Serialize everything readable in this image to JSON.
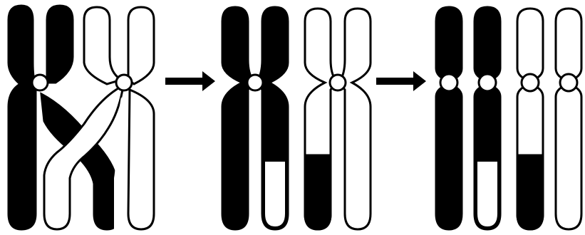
{
  "figure": {
    "colors": {
      "dark": "#000000",
      "light": "#ffffff",
      "outline": "#000000"
    },
    "stages": [
      {
        "id": "stage-1",
        "description_visible_text": "",
        "chromosomes": [
          "black-homolog-pair",
          "white-homolog-pair"
        ]
      },
      {
        "id": "stage-2",
        "description_visible_text": "",
        "chromosomes": [
          "black-homolog-pair-with-white-segment",
          "white-homolog-pair-with-black-segment"
        ]
      },
      {
        "id": "stage-3",
        "description_visible_text": "",
        "chromosomes": [
          "black-chromatid",
          "black-chromatid-with-white-segment",
          "white-chromatid-with-black-segment",
          "white-chromatid"
        ]
      }
    ],
    "arrows": [
      "arrow-1",
      "arrow-2"
    ]
  }
}
